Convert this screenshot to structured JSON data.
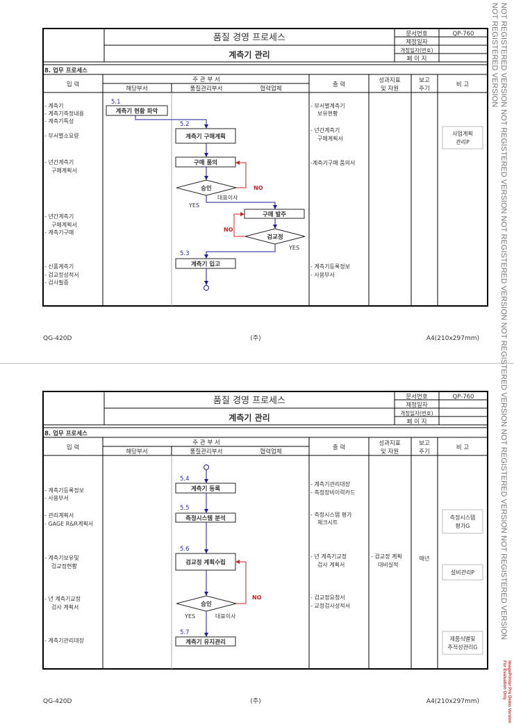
{
  "colors": {
    "flow": "#1a1a9a",
    "reject": "#cc2222",
    "step": "#2a2aaa",
    "border": "#000000"
  },
  "header": {
    "title": "품질 경영 프로세스",
    "subtitle": "계측기 관리",
    "doc_no_label": "문서번호",
    "doc_no": "QP-760",
    "established_label": "제정일자",
    "revised_label": "개정일자(번호)",
    "page_label": "페 이 지",
    "section": "8. 업무 프로세스"
  },
  "columns": {
    "input": "입 력",
    "dept": "주 관 부 서",
    "dept_own": "해당부서",
    "dept_qa": "품질관리부서",
    "dept_partner": "협력업체",
    "output": "출 력",
    "kpi1": "성과지표",
    "kpi2": "및 자원",
    "report1": "보고",
    "report2": "주기",
    "notes": "비 고"
  },
  "footer": {
    "form_no": "QG-420D",
    "company": "(주)",
    "paper": "A4(210x297mm)"
  },
  "watermark": "NOT REGISTERED VERSION NOT REGISTERED VERSION NOT REGISTERED VERSION NOT REGISTERED VERSION NOT REGISTERED VERSION NOT REGISTERED VERSION NOT REGISTERED VERSION",
  "demo_stamp": [
    "ImagePrinter Pro Demo Version",
    "For Evaluation Only"
  ],
  "pages": [
    {
      "inputs": [
        "- 계측기",
        "- 계측기측정내용",
        "- 계측기특성",
        "- 부서별소요량",
        "- 년간계측기",
        "구매계획서",
        "- 년간계측기",
        "구매계획서",
        "- 계측기구매",
        "- 신품계측기",
        "- 검교정성적서",
        "- 검사필증"
      ],
      "outputs": [
        "- 부서별계측기",
        "보유현황",
        "- 년간계측기",
        "구매계획서",
        "-계측기구매 품의서",
        "- 계측기등록정보",
        "- 사용부서"
      ],
      "kpi": [],
      "report": [],
      "notes": [
        [
          "사업계획",
          "관리P"
        ]
      ],
      "steps": [
        {
          "no": "5.1",
          "label": "계측기 현황 파악"
        },
        {
          "no": "5.2",
          "label": "계측기 구매계획"
        },
        {
          "no": "",
          "label": "구매 품의"
        },
        {
          "no": "",
          "label": "구매 발주"
        },
        {
          "no": "5.3",
          "label": "계측기 입고"
        }
      ],
      "decisions": [
        {
          "label": "승인",
          "yes": "YES",
          "no": "NO",
          "approver": "대표이사"
        },
        {
          "label": "검교정",
          "yes": "YES",
          "no": "NO"
        }
      ]
    },
    {
      "inputs": [
        "- 계측기등록정보",
        "- 사용부서",
        "- 관리계획서",
        "- GAGE R&R계획서",
        "- 계측기보유및",
        "검교정현황",
        "- 년 계측기교정",
        "검사 계획서",
        "- 계측기관리대장"
      ],
      "outputs": [
        "- 계측기관리대장",
        "- 측정장비이력카드",
        "- 측정시스템 평가",
        "체크시트",
        "- 년 계측기교정",
        "검사 계획서",
        "- 검교정요청서",
        "- 교정검사성적서"
      ],
      "kpi": [
        "- 검교정 계획",
        "대비실적"
      ],
      "report": [
        "매년"
      ],
      "notes": [
        [
          "측정시스템",
          "평가G"
        ],
        [
          "설비관리P"
        ],
        [
          "제품식별및",
          "추적성관리G"
        ]
      ],
      "steps": [
        {
          "no": "5.4",
          "label": "계측기 등록"
        },
        {
          "no": "5.5",
          "label": "측정시스템 분석"
        },
        {
          "no": "5.6",
          "label": "검교정 계획수립"
        },
        {
          "no": "5.7",
          "label": "계측기 유지관리"
        }
      ],
      "decisions": [
        {
          "label": "승인",
          "yes": "YES",
          "no": "NO",
          "approver": "대표이사"
        }
      ]
    }
  ]
}
